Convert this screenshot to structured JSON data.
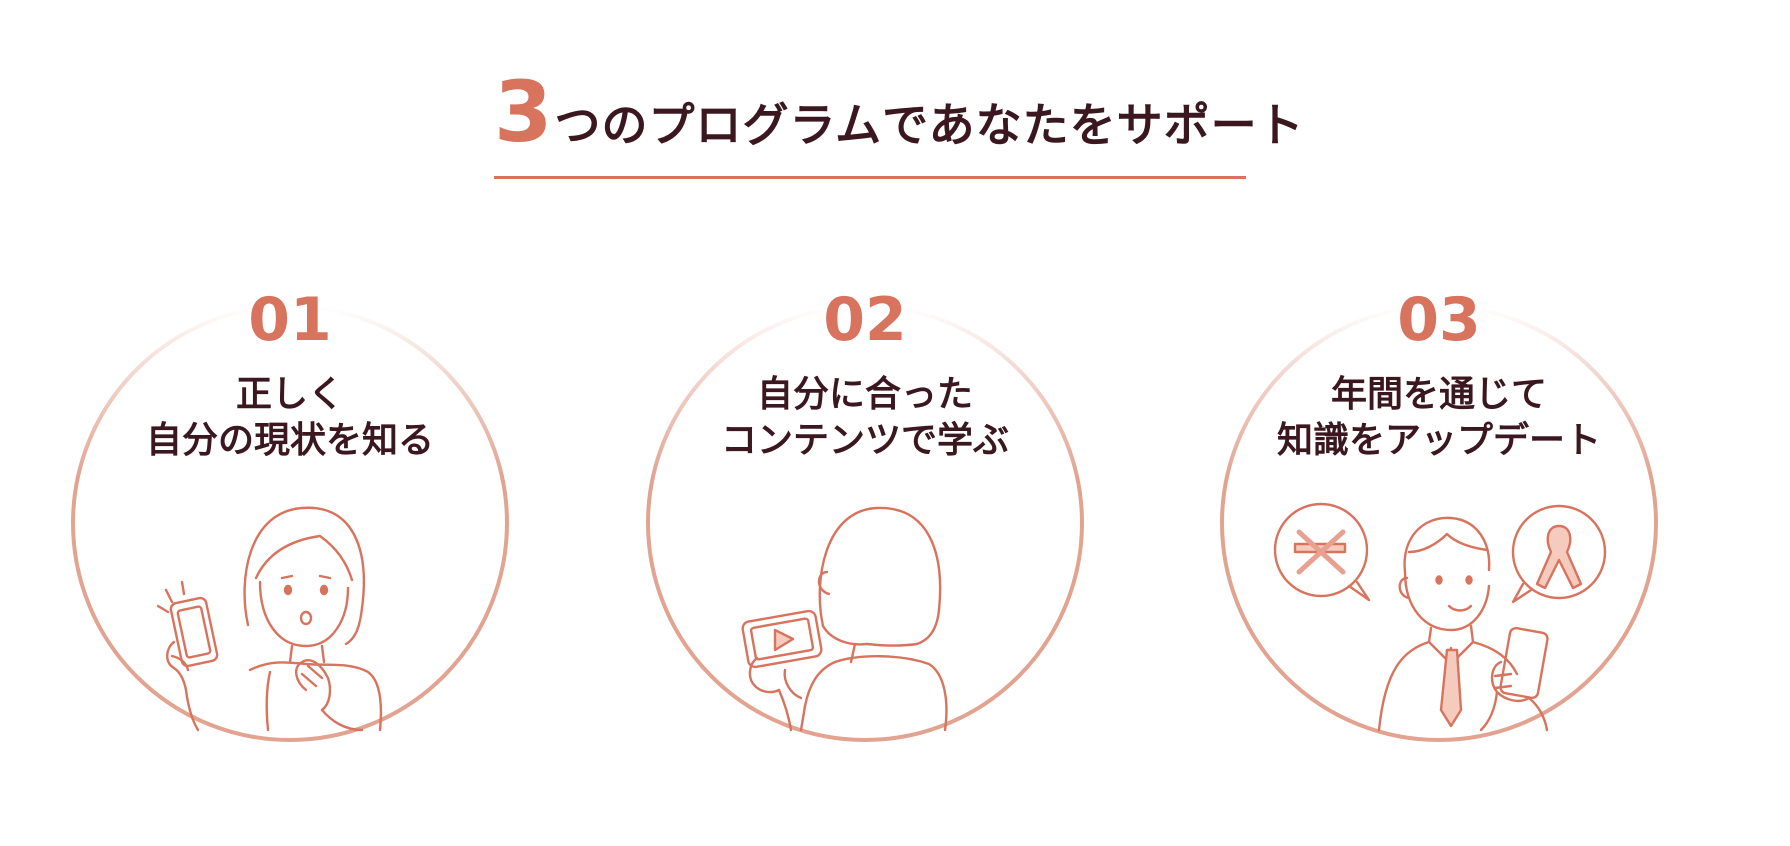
{
  "headline": {
    "number": "3",
    "text": "つのプログラムであなたをサポート"
  },
  "programs": [
    {
      "number": "01",
      "title_line1": "正しく",
      "title_line2": "自分の現状を知る",
      "illustration": "woman-surprised-with-smartphone"
    },
    {
      "number": "02",
      "title_line1": "自分に合った",
      "title_line2": "コンテンツで学ぶ",
      "illustration": "woman-watching-video-on-tablet"
    },
    {
      "number": "03",
      "title_line1": "年間を通じて",
      "title_line2": "知識をアップデート",
      "illustration": "man-with-smartphone-no-smoking-and-ribbon"
    }
  ],
  "colors": {
    "accent": "#d8735e",
    "text": "#3b1820",
    "ring": "#e2a391",
    "fill_light": "#f5cbbd"
  }
}
